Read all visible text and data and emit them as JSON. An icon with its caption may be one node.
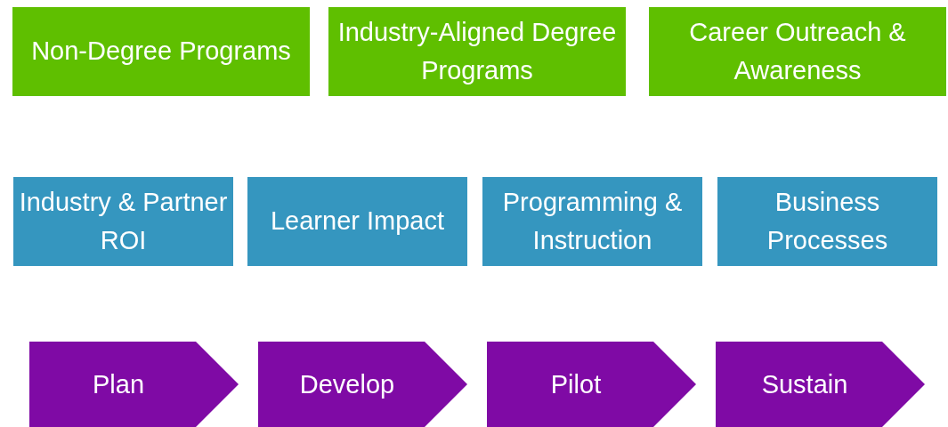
{
  "diagram": {
    "nodes": [
      {
        "text": [
          "Non-Degree Programs"
        ]
      },
      {
        "text": [
          "Industry-Aligned Degree Programs"
        ]
      },
      {
        "text": [
          "Career Outreach & Awareness"
        ]
      },
      {
        "text": [
          "Industry & Partner ROI"
        ]
      },
      {
        "text": [
          "Learner Impact"
        ]
      },
      {
        "text": [
          "Programming & Instruction"
        ]
      },
      {
        "text": [
          "Business Processes"
        ]
      },
      {
        "text": [
          "Plan"
        ]
      },
      {
        "text": [
          "Develop"
        ]
      },
      {
        "text": [
          "Pilot"
        ]
      },
      {
        "text": [
          "Sustain"
        ]
      }
    ]
  }
}
